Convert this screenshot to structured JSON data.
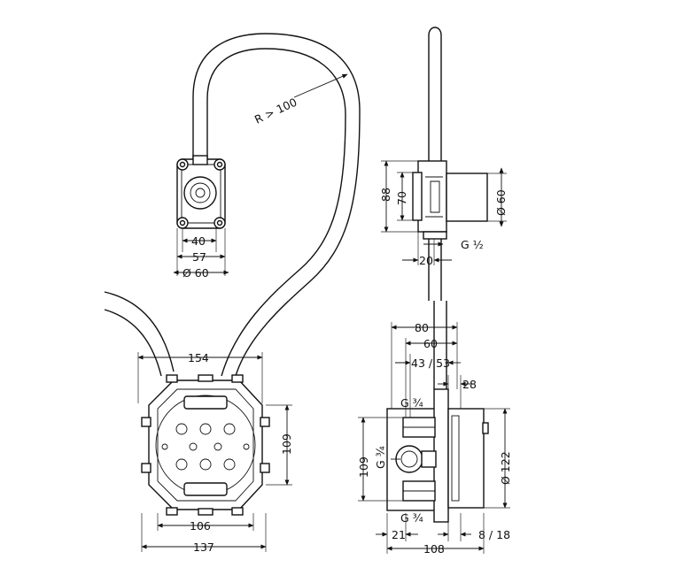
{
  "dimensions": {
    "radius": "R > 100",
    "top_40": "40",
    "top_57": "57",
    "top_d60": "Ø 60",
    "side_88": "88",
    "side_70": "70",
    "side_d60": "Ø 60",
    "side_g12": "G ½",
    "side_20": "20",
    "front_154": "154",
    "front_109": "109",
    "front_106": "106",
    "front_137": "137",
    "right_80": "80",
    "right_60": "60",
    "right_43_53": "43 / 53",
    "right_28": "28",
    "right_g34_top": "G ¾",
    "right_g34_mid": "G ¾",
    "right_g34_bot": "G ¾",
    "right_109": "109",
    "right_d122": "Ø 122",
    "right_21": "21",
    "right_8_18": "8 / 18",
    "right_108": "108"
  }
}
